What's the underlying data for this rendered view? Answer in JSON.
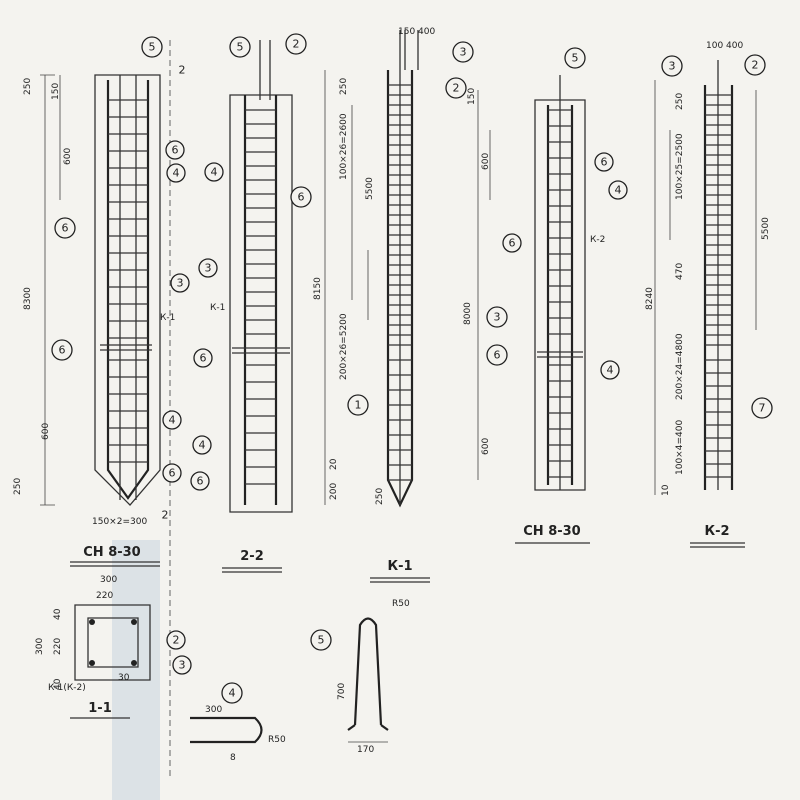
{
  "views": {
    "pile_left": {
      "caption": "СН 8-30",
      "dims": [
        "250",
        "150",
        "600",
        "8300",
        "600",
        "250",
        "150×2=300"
      ]
    },
    "section_22": {
      "caption": "2-2",
      "marks": [
        "5",
        "2",
        "4",
        "6",
        "3",
        "6",
        "4",
        "6"
      ],
      "label": "К-1"
    },
    "cage_k1": {
      "caption": "К-1",
      "dims": [
        "250",
        "100×26=2600",
        "5500",
        "8150",
        "200×26=5200",
        "20",
        "200",
        "250"
      ],
      "top": "150 400"
    },
    "pile_mid": {
      "caption": "СН 8-30",
      "dims": [
        "150",
        "600",
        "8000",
        "600"
      ],
      "label": "К-2"
    },
    "cage_k2": {
      "caption": "К-2",
      "dims": [
        "100 400",
        "250",
        "100×25=2500",
        "5500",
        "8240",
        "470",
        "200×24=4800",
        "100×4=400",
        "10"
      ]
    },
    "section_11": {
      "caption": "1-1",
      "dims": [
        "300",
        "40",
        "220",
        "40",
        "300",
        "220",
        "К-1(К-2)",
        "30"
      ]
    },
    "detail_5": {
      "mark": "5",
      "dims": [
        "R50",
        "700",
        "170"
      ]
    },
    "detail_4": {
      "mark": "4",
      "dims": [
        "300",
        "R50",
        "8"
      ]
    },
    "labels": {
      "k1": "К-1",
      "two": "2",
      "six": "6",
      "four": "4",
      "three": "3",
      "one": "1",
      "seven": "7",
      "five": "5"
    }
  }
}
